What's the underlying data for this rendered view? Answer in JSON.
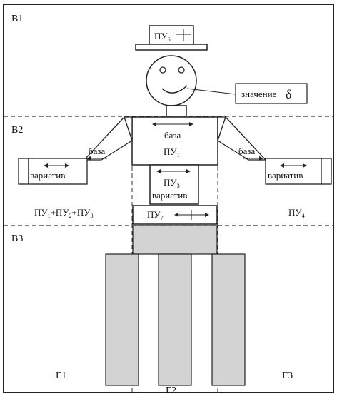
{
  "zones": {
    "b1": "В1",
    "b2": "В2",
    "b3": "В3"
  },
  "columns": {
    "g1": "Г1",
    "g2": "Г2",
    "g3": "Г3"
  },
  "hat_label": "ПУ",
  "hat_sub": "6",
  "znachenie": "значение",
  "delta": "δ",
  "chest": {
    "baza": "база",
    "pu": "ПУ",
    "pu_sub": "1"
  },
  "belly": {
    "pu": "ПУ",
    "pu_sub": "3",
    "variativ": "вариатив"
  },
  "belt": {
    "pu": "ПУ",
    "pu_sub": "7"
  },
  "left_arm": {
    "baza": "база",
    "variativ": "вариатив"
  },
  "right_arm": {
    "baza": "база",
    "variativ": "вариатив"
  },
  "sum_formula": {
    "p1": "ПУ",
    "s1": "1",
    "plus1": "+ПУ",
    "s2": "2",
    "plus2": "+ПУ",
    "s3": "3"
  },
  "pu4": {
    "pu": "ПУ",
    "sub": "4"
  }
}
